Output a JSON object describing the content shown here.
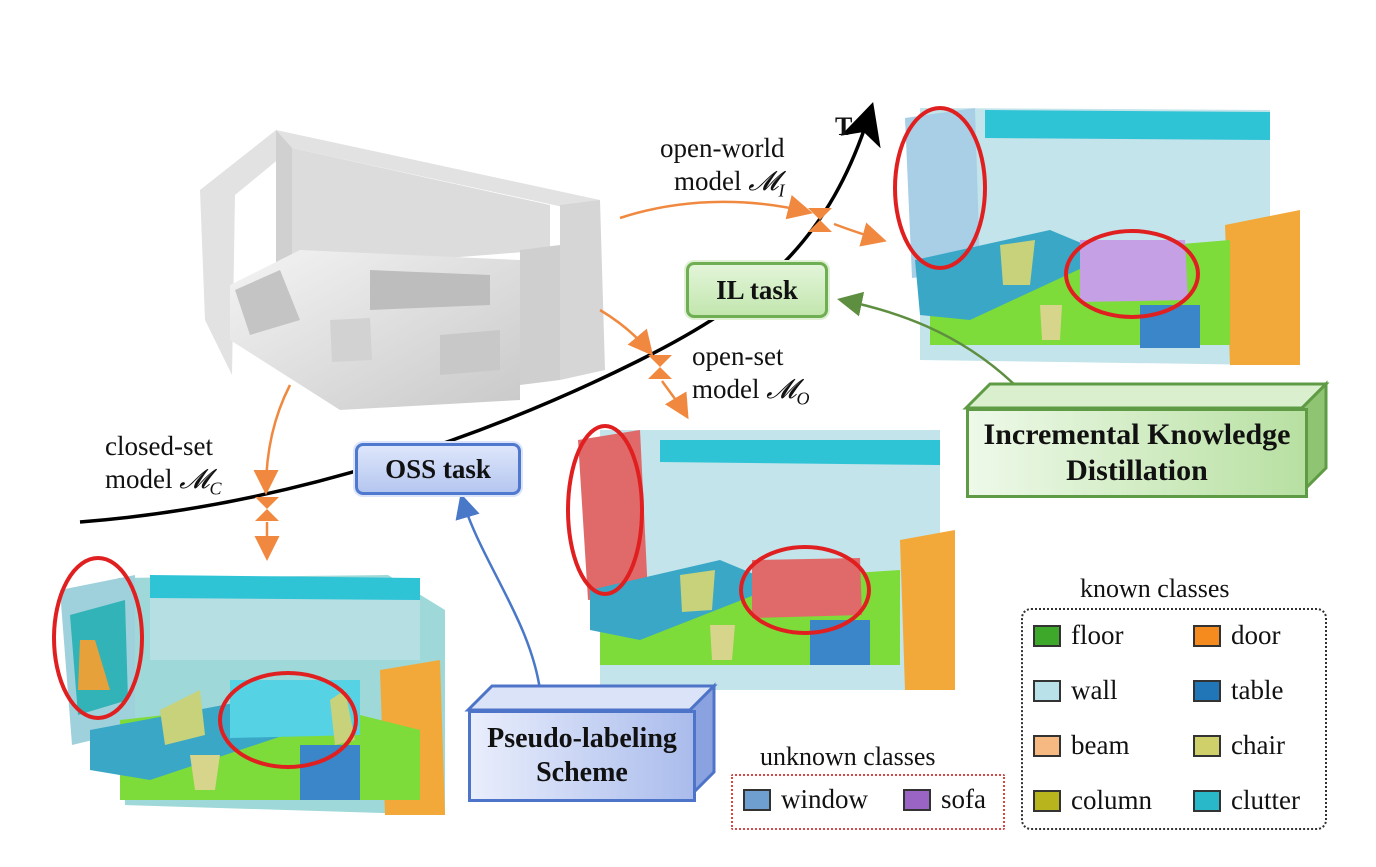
{
  "timeline_label": "T",
  "models": {
    "closed_set": {
      "line1": "closed-set",
      "line2": "model",
      "symbol": "𝓜",
      "sub": "C"
    },
    "open_set": {
      "line1": "open-set",
      "line2": "model",
      "symbol": "𝓜",
      "sub": "O"
    },
    "open_world": {
      "line1": "open-world",
      "line2": "model",
      "symbol": "𝓜",
      "sub": "I"
    }
  },
  "tasks": {
    "il": "IL task",
    "oss": "OSS task"
  },
  "methods": {
    "ikd_line1": "Incremental Knowledge",
    "ikd_line2": "Distillation",
    "psl_line1": "Pseudo-labeling",
    "psl_line2": "Scheme"
  },
  "legend": {
    "known_title": "known classes",
    "known": [
      {
        "label": "floor",
        "color": "#3ea82a"
      },
      {
        "label": "door",
        "color": "#f58a1f"
      },
      {
        "label": "wall",
        "color": "#b8e1ea"
      },
      {
        "label": "table",
        "color": "#2176b8"
      },
      {
        "label": "beam",
        "color": "#f7b982"
      },
      {
        "label": "chair",
        "color": "#cfd06a"
      },
      {
        "label": "column",
        "color": "#b7b41e"
      },
      {
        "label": "clutter",
        "color": "#28b8c9"
      }
    ],
    "unknown_title": "unknown classes",
    "unknown": [
      {
        "label": "window",
        "color": "#6f9fd0"
      },
      {
        "label": "sofa",
        "color": "#9a64c4"
      }
    ]
  },
  "colors": {
    "highlight_ellipse": "#e02020",
    "flow_arrow": "#f0893f",
    "ikd_arrow": "#5e8f40",
    "psl_arrow": "#4a78c8",
    "unknown_region_openset": "#e06a6a",
    "unknown_region_openworld_window": "#a9cfe6",
    "unknown_region_openworld_sofa": "#c6a0e4"
  }
}
